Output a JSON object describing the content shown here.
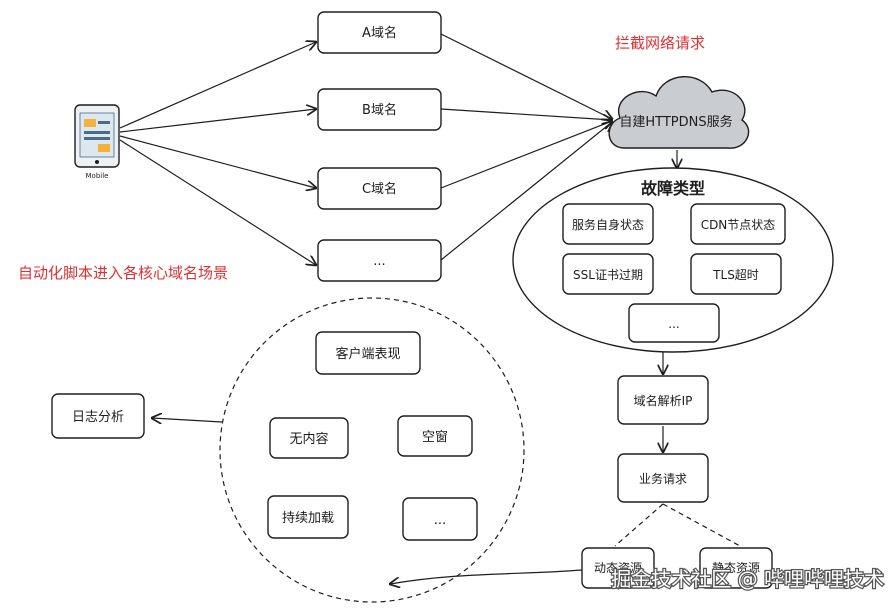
{
  "device": {
    "label": "Mobile"
  },
  "domains": {
    "a": "A域名",
    "b": "B域名",
    "c": "C域名",
    "more": "..."
  },
  "annotations": {
    "intercept": "拦截网络请求",
    "script": "自动化脚本进入各核心域名场景"
  },
  "httpdns": {
    "label": "自建HTTPDNS服务"
  },
  "faults": {
    "title": "故障类型",
    "service_status": "服务自身状态",
    "cdn_status": "CDN节点状态",
    "ssl_expiry": "SSL证书过期",
    "tls_timeout": "TLS超时",
    "more": "..."
  },
  "resolve": {
    "label": "域名解析IP"
  },
  "business": {
    "label": "业务请求"
  },
  "resources": {
    "dynamic": "动态资源",
    "static": "静态资源"
  },
  "client": {
    "title": "客户端表现",
    "no_content": "无内容",
    "blank_window": "空窗",
    "loading": "持续加载",
    "more": "..."
  },
  "log": {
    "label": "日志分析"
  },
  "watermark": "掘金技术社区 @ 哔哩哔哩技术",
  "colors": {
    "accent_red": "#e03131",
    "cloud_fill": "#c9ccd1",
    "stroke": "#1e1e1e"
  }
}
